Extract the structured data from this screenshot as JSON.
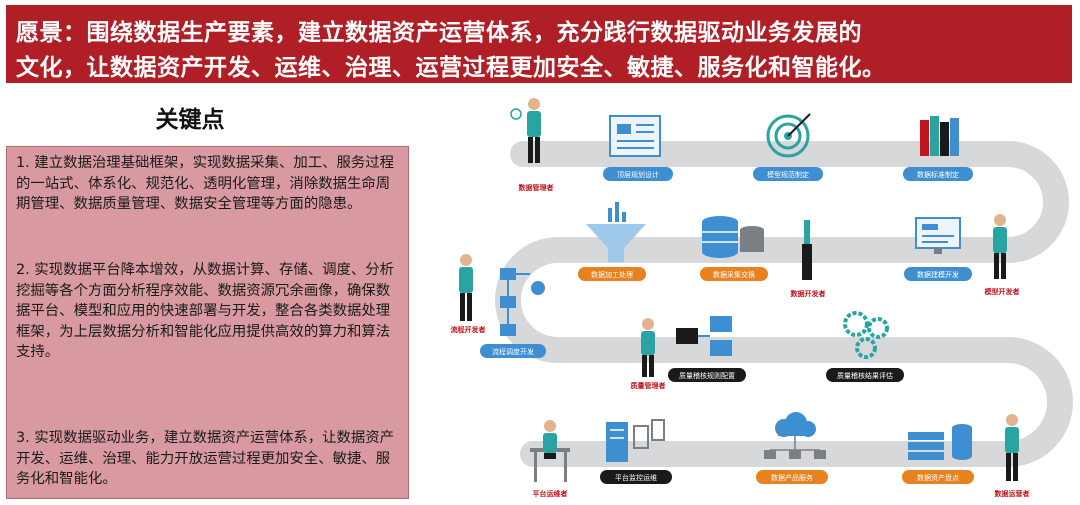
{
  "vision": {
    "line1": "愿景：围绕数据生产要素，建立数据资产运营体系，充分践行数据驱动业务发展的",
    "line2": "文化，让数据资产开发、运维、治理、运营过程更加安全、敏捷、服务化和智能化。"
  },
  "key_points": {
    "title": "关键点",
    "points": [
      "1. 建立数据治理基础框架，实现数据采集、加工、服务过程的一站式、体系化、规范化、透明化管理，消除数据生命周期管理、数据质量管理、数据安全管理等方面的隐患。",
      "2. 实现数据平台降本增效，从数据计算、存储、调度、分析挖掘等各个方面分析程序效能、数据资源冗余画像，确保数据平台、模型和应用的快速部署与开发，整合各类数据处理框架，为上层数据分析和智能化应用提供高效的算力和算法支持。",
      "3. 实现数据驱动业务，建立数据资产运营体系，让数据资产开发、运维、治理、能力开放运营过程更加安全、敏捷、服务化和智能化。"
    ]
  },
  "diagram": {
    "roles": {
      "data_manager": "数据管理者",
      "data_developer": "数据开发者",
      "model_developer": "模型开发者",
      "flow_developer": "流程开发者",
      "quality_manager": "质量管理者",
      "platform_ops": "平台运维者",
      "data_operator": "数据运营者"
    },
    "steps": {
      "top_design": "顶层规划设计",
      "model_spec": "模型规范制定",
      "standard_spec": "数据标准制定",
      "processing": "数据加工处理",
      "collection": "数据采集交换",
      "modeling": "数据建模开发",
      "flow_dev": "流程调度开发",
      "quality_rules": "质量稽核规则配置",
      "quality_eval": "质量稽核结果评估",
      "monitor": "平台监控运维",
      "product_service": "数据产品服务",
      "asset_inventory": "数据资产盘点"
    },
    "colors": {
      "road": "#d6d8da",
      "blue": "#3d8fd1",
      "orange": "#e8821e",
      "black": "#1a1a1a",
      "teal": "#2aa3a3",
      "red": "#c0141e"
    }
  }
}
